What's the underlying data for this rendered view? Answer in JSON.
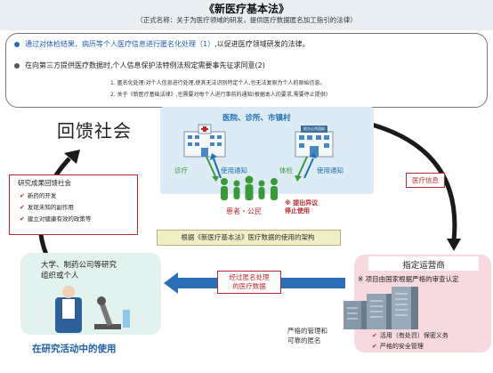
{
  "header": {
    "title": "《新医疗基本法》",
    "subtitle": "（正式名称：关于为医疗领域的研发，提供医疗数据匿名加工指引的法律）"
  },
  "summary": {
    "point1_prefix": "通过对体检结果、病历等个人医疗信息进行匿名化处理（1）",
    "point1_suffix": "以促进医疗领域研发的法律。",
    "point2": "在向第三方提供医疗数据时,个人信息保护法特例法规定需要事先征求同意(2)",
    "note1": "1. 匿名化处理:对个人信息进行处理,使其无法识别特定个人,也无法复原为个人的原始信息。",
    "note2": "2. 关于《新医疗基础法律》,也需要对每个人进行事前的通知(根据本人的要求,需要停止提供)"
  },
  "diagram": {
    "feedback_society": "回馈社会",
    "hospital_title": "医院、诊所、市镇村",
    "building_sign": "地方公共团体",
    "label_clinic": "诊疗",
    "label_notice1": "使用通知",
    "label_checkup": "体检",
    "label_notice2": "使用通知",
    "patients": "患者・公民",
    "objection": "※ 提出异议\n停止使用",
    "feedback_box_title": "研究成果回馈社会",
    "feedback_items": [
      "新药的开发",
      "发现未知的副作用",
      "建立对健康有效的政策等"
    ],
    "medical_info": "医疗信息",
    "architecture": "根据《新医疗基本法》医疗数据的使用的架构",
    "research_org": "大学、制药公司等研究\n组织或个人",
    "research_title": "在研究活动中的使用",
    "anon_data": "经过匿名处理\n的医疗数据",
    "operator_title": "指定运营商",
    "operator_note": "※ 项目由国家根据严格的审查认定",
    "strict_mgmt": "严格的管理和\n可靠的匿名",
    "duty1": "活用（有处罚）保密义务",
    "duty2": "严格的安全管理"
  },
  "colors": {
    "accent_blue": "#1f6eb4",
    "accent_red": "#c0282d",
    "accent_green": "#3a9a3a",
    "arrow_blue": "#2a6fb5"
  }
}
